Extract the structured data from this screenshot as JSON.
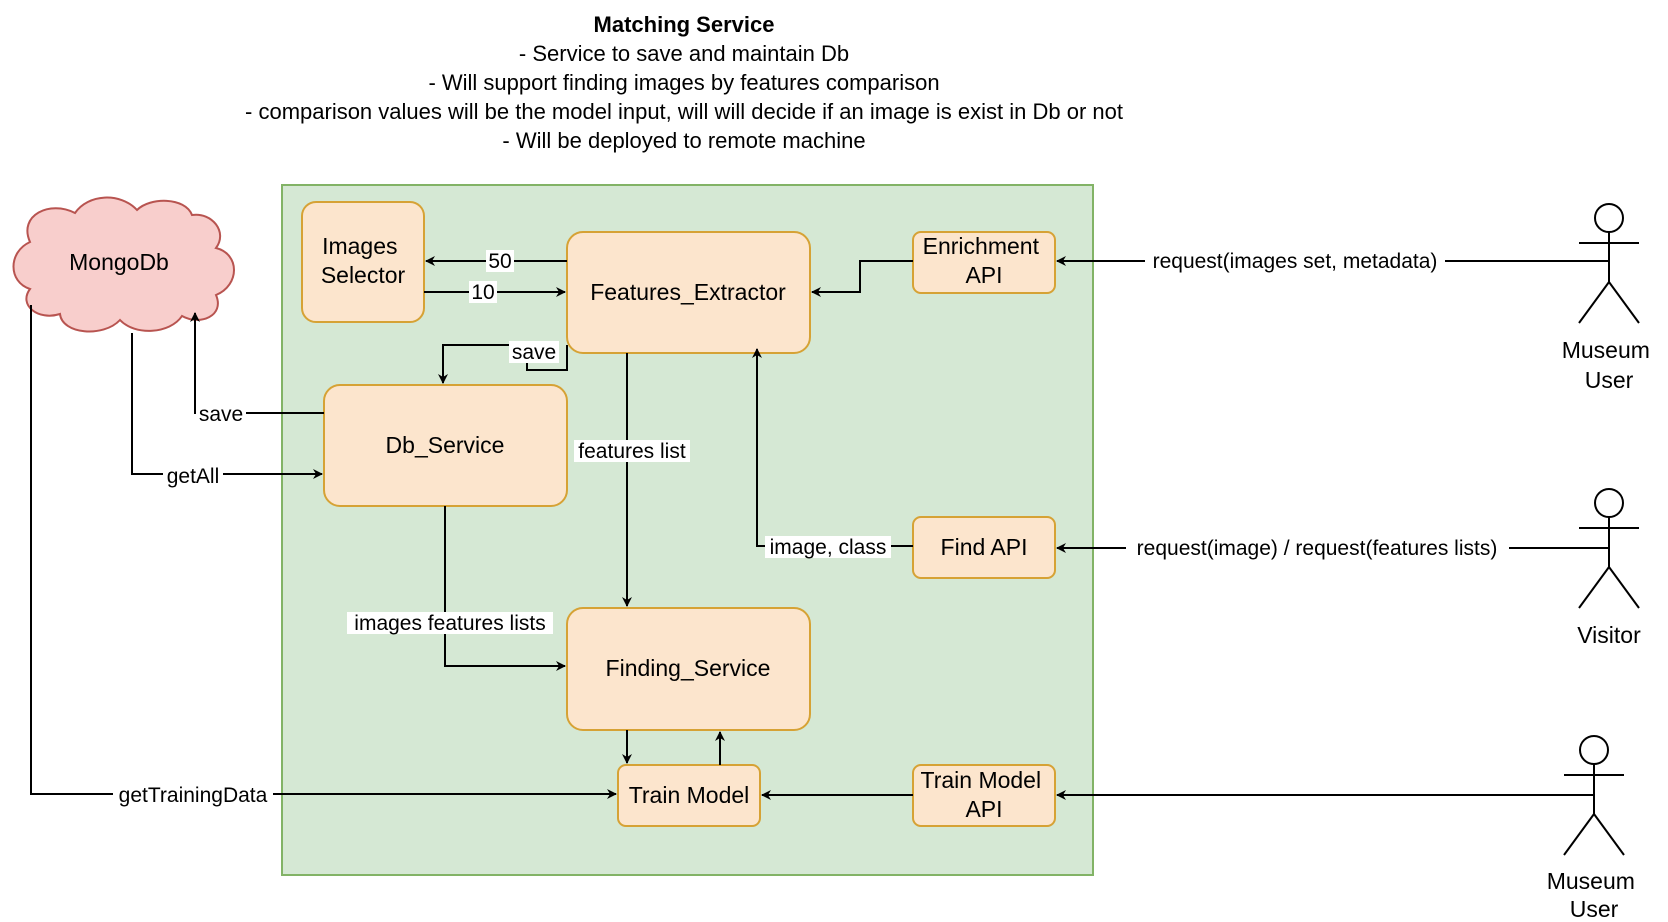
{
  "header": {
    "title": "Matching Service",
    "lines": [
      "- Service to save and maintain Db",
      "- Will support finding images by features comparison",
      "- comparison values will be the model input, will will decide if an image is exist in Db or not",
      "- Will be deployed to remote machine"
    ]
  },
  "nodes": {
    "mongodb": "MongoDb",
    "images_selector": [
      "Images",
      "Selector"
    ],
    "features_extractor": "Features_Extractor",
    "enrichment_api": [
      "Enrichment",
      "API"
    ],
    "db_service": "Db_Service",
    "find_api": "Find API",
    "finding_service": "Finding_Service",
    "train_model": "Train Model",
    "train_model_api": [
      "Train Model",
      "API"
    ]
  },
  "actors": {
    "museum_user_top": [
      "Museum",
      "User"
    ],
    "visitor": [
      "Visitor"
    ],
    "museum_user_bottom": [
      "Museum",
      "User"
    ]
  },
  "edges": {
    "label_50": "50",
    "label_10": "10",
    "save_to_db_service": "save",
    "save_to_mongo": "save",
    "get_all": "getAll",
    "features_list": "features list",
    "image_class": "image, class",
    "images_features_lists": "images features lists",
    "get_training_data": "getTrainingData",
    "request_enrichment": "request(images set, metadata)",
    "request_find": "request(image) / request(features lists)"
  },
  "colors": {
    "container_fill": "#d5e8d4",
    "container_stroke": "#82b366",
    "node_fill": "#fce5cd",
    "node_stroke": "#d6a235",
    "cloud_fill": "#f8cecc",
    "cloud_stroke": "#b85450"
  }
}
